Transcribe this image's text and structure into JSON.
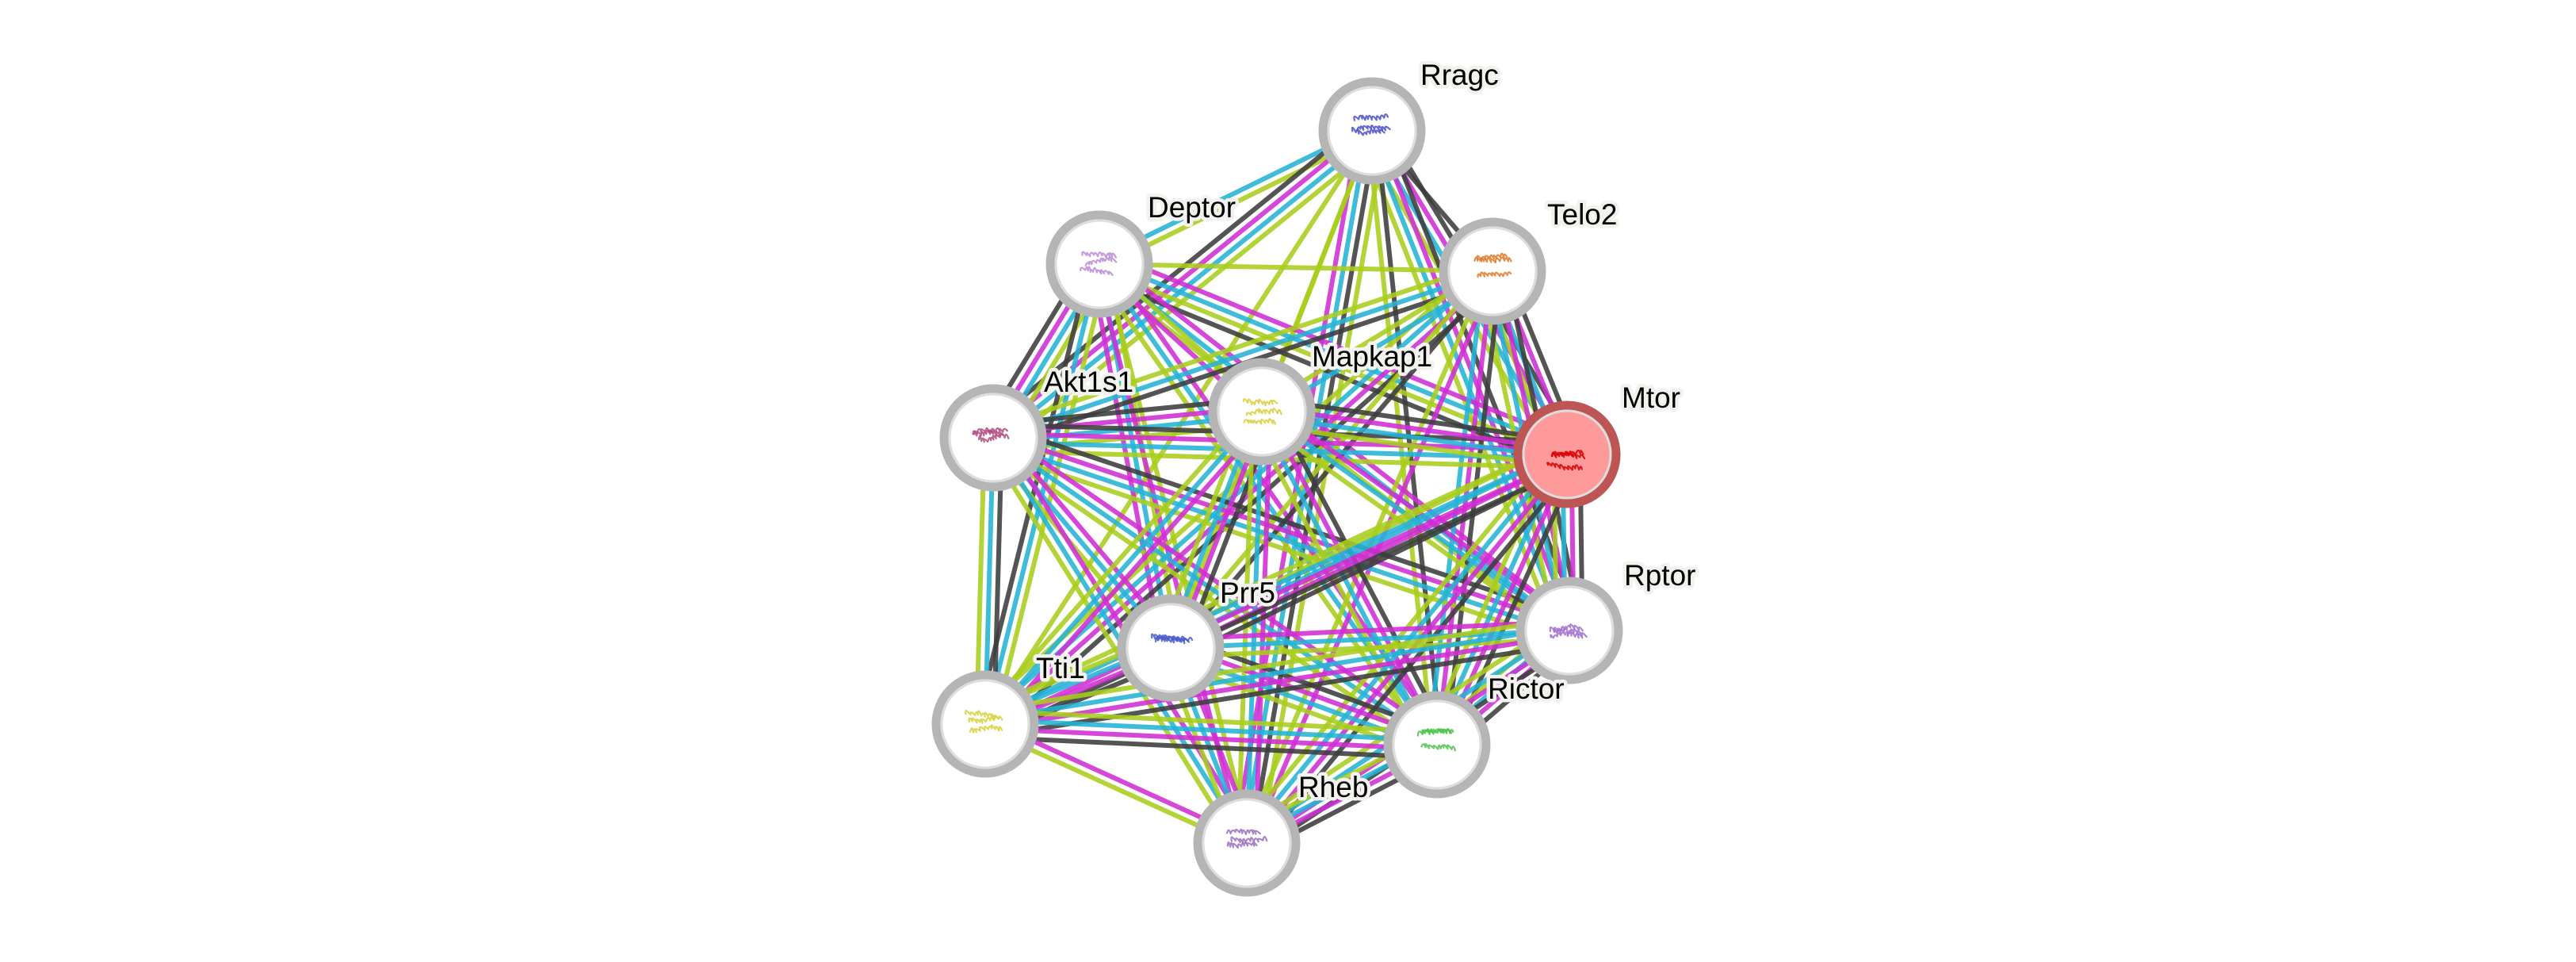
{
  "network": {
    "type": "protein-interaction-network",
    "query_protein": "Mtor",
    "edge_colors": {
      "experimental": "#3c3c3c",
      "database": "#26b3d6",
      "textmining": "#cf2ed3",
      "coexpression": "#a9cd1c"
    },
    "node_style": {
      "ring_color": "#b5b5b5",
      "query_fill": "#ff9a9a",
      "query_ring": "#bd5555",
      "label_halo": "#f3f2ef"
    },
    "nodes": [
      {
        "id": "Rragc",
        "label": "Rragc",
        "structure_color": "#4a4fc9"
      },
      {
        "id": "Deptor",
        "label": "Deptor",
        "structure_color": "#b98ad8"
      },
      {
        "id": "Telo2",
        "label": "Telo2",
        "structure_color": "#e07a2a"
      },
      {
        "id": "Akt1s1",
        "label": "Akt1s1",
        "structure_color": "#b04a80"
      },
      {
        "id": "Mapkap1",
        "label": "Mapkap1",
        "structure_color": "#d9cf3a"
      },
      {
        "id": "Mtor",
        "label": "Mtor",
        "structure_color": "#d40000",
        "query": true
      },
      {
        "id": "Prr5",
        "label": "Prr5",
        "structure_color": "#4b5ccb"
      },
      {
        "id": "Rptor",
        "label": "Rptor",
        "structure_color": "#a070cc"
      },
      {
        "id": "Tti1",
        "label": "Tti1",
        "structure_color": "#d6d236"
      },
      {
        "id": "Rictor",
        "label": "Rictor",
        "structure_color": "#4cc24c"
      },
      {
        "id": "Rheb",
        "label": "Rheb",
        "structure_color": "#9a6fc0"
      }
    ],
    "edges": [
      {
        "source": "Rragc",
        "target": "Deptor",
        "evidence": [
          "coexpression",
          "database"
        ]
      },
      {
        "source": "Rragc",
        "target": "Akt1s1",
        "evidence": [
          "coexpression",
          "database",
          "textmining",
          "experimental"
        ]
      },
      {
        "source": "Rragc",
        "target": "Telo2",
        "evidence": [
          "experimental"
        ]
      },
      {
        "source": "Rragc",
        "target": "Mtor",
        "evidence": [
          "experimental",
          "textmining",
          "database",
          "coexpression"
        ]
      },
      {
        "source": "Rragc",
        "target": "Rptor",
        "evidence": [
          "experimental",
          "textmining",
          "database",
          "coexpression"
        ]
      },
      {
        "source": "Rragc",
        "target": "Rictor",
        "evidence": [
          "experimental",
          "coexpression"
        ]
      },
      {
        "source": "Rragc",
        "target": "Rheb",
        "evidence": [
          "coexpression",
          "experimental",
          "database",
          "textmining"
        ]
      },
      {
        "source": "Rragc",
        "target": "Prr5",
        "evidence": [
          "coexpression"
        ]
      },
      {
        "source": "Rragc",
        "target": "Mapkap1",
        "evidence": [
          "coexpression"
        ]
      },
      {
        "source": "Rragc",
        "target": "Tti1",
        "evidence": [
          "coexpression"
        ]
      },
      {
        "source": "Deptor",
        "target": "Telo2",
        "evidence": [
          "coexpression"
        ]
      },
      {
        "source": "Deptor",
        "target": "Akt1s1",
        "evidence": [
          "coexpression",
          "database",
          "textmining",
          "experimental"
        ]
      },
      {
        "source": "Deptor",
        "target": "Mtor",
        "evidence": [
          "textmining",
          "database",
          "coexpression",
          "experimental"
        ]
      },
      {
        "source": "Deptor",
        "target": "Rptor",
        "evidence": [
          "textmining",
          "database",
          "coexpression"
        ]
      },
      {
        "source": "Deptor",
        "target": "Rictor",
        "evidence": [
          "textmining",
          "database",
          "coexpression"
        ]
      },
      {
        "source": "Deptor",
        "target": "Mapkap1",
        "evidence": [
          "coexpression",
          "textmining"
        ]
      },
      {
        "source": "Deptor",
        "target": "Prr5",
        "evidence": [
          "coexpression",
          "database",
          "textmining"
        ]
      },
      {
        "source": "Deptor",
        "target": "Rheb",
        "evidence": [
          "coexpression",
          "textmining"
        ]
      },
      {
        "source": "Deptor",
        "target": "Tti1",
        "evidence": [
          "coexpression",
          "database",
          "experimental"
        ]
      },
      {
        "source": "Telo2",
        "target": "Akt1s1",
        "evidence": [
          "experimental",
          "database",
          "coexpression"
        ]
      },
      {
        "source": "Telo2",
        "target": "Mtor",
        "evidence": [
          "experimental",
          "textmining",
          "database",
          "coexpression"
        ]
      },
      {
        "source": "Telo2",
        "target": "Rptor",
        "evidence": [
          "experimental",
          "textmining",
          "database",
          "coexpression"
        ]
      },
      {
        "source": "Telo2",
        "target": "Rictor",
        "evidence": [
          "experimental",
          "textmining",
          "database"
        ]
      },
      {
        "source": "Telo2",
        "target": "Tti1",
        "evidence": [
          "experimental",
          "textmining",
          "database",
          "coexpression"
        ]
      },
      {
        "source": "Telo2",
        "target": "Prr5",
        "evidence": [
          "experimental",
          "coexpression"
        ]
      },
      {
        "source": "Telo2",
        "target": "Rheb",
        "evidence": [
          "textmining",
          "coexpression"
        ]
      },
      {
        "source": "Telo2",
        "target": "Mapkap1",
        "evidence": [
          "database",
          "coexpression"
        ]
      },
      {
        "source": "Akt1s1",
        "target": "Mapkap1",
        "evidence": [
          "experimental",
          "textmining",
          "database",
          "coexpression"
        ]
      },
      {
        "source": "Akt1s1",
        "target": "Mtor",
        "evidence": [
          "experimental",
          "textmining",
          "database",
          "coexpression"
        ]
      },
      {
        "source": "Akt1s1",
        "target": "Rptor",
        "evidence": [
          "experimental",
          "textmining",
          "database",
          "coexpression"
        ]
      },
      {
        "source": "Akt1s1",
        "target": "Rictor",
        "evidence": [
          "textmining",
          "database",
          "coexpression"
        ]
      },
      {
        "source": "Akt1s1",
        "target": "Prr5",
        "evidence": [
          "textmining",
          "database",
          "coexpression"
        ]
      },
      {
        "source": "Akt1s1",
        "target": "Rheb",
        "evidence": [
          "textmining",
          "database",
          "coexpression"
        ]
      },
      {
        "source": "Akt1s1",
        "target": "Tti1",
        "evidence": [
          "experimental",
          "database",
          "coexpression"
        ]
      },
      {
        "source": "Mapkap1",
        "target": "Mtor",
        "evidence": [
          "experimental",
          "textmining",
          "database",
          "coexpression"
        ]
      },
      {
        "source": "Mapkap1",
        "target": "Rictor",
        "evidence": [
          "experimental",
          "textmining",
          "database",
          "coexpression"
        ]
      },
      {
        "source": "Mapkap1",
        "target": "Rptor",
        "evidence": [
          "textmining",
          "database",
          "coexpression"
        ]
      },
      {
        "source": "Mapkap1",
        "target": "Prr5",
        "evidence": [
          "experimental",
          "textmining",
          "database",
          "coexpression"
        ]
      },
      {
        "source": "Mapkap1",
        "target": "Rheb",
        "evidence": [
          "textmining",
          "database",
          "coexpression"
        ]
      },
      {
        "source": "Mapkap1",
        "target": "Tti1",
        "evidence": [
          "textmining",
          "database",
          "coexpression"
        ]
      },
      {
        "source": "Mtor",
        "target": "Rptor",
        "evidence": [
          "experimental",
          "textmining",
          "database",
          "coexpression"
        ]
      },
      {
        "source": "Mtor",
        "target": "Rictor",
        "evidence": [
          "experimental",
          "textmining",
          "database",
          "coexpression"
        ]
      },
      {
        "source": "Mtor",
        "target": "Prr5",
        "evidence": [
          "experimental",
          "textmining",
          "database",
          "coexpression"
        ]
      },
      {
        "source": "Mtor",
        "target": "Rheb",
        "evidence": [
          "experimental",
          "textmining",
          "database",
          "coexpression"
        ]
      },
      {
        "source": "Mtor",
        "target": "Tti1",
        "evidence": [
          "experimental",
          "textmining",
          "database",
          "coexpression"
        ]
      },
      {
        "source": "Prr5",
        "target": "Rictor",
        "evidence": [
          "experimental",
          "textmining",
          "database",
          "coexpression"
        ]
      },
      {
        "source": "Prr5",
        "target": "Rptor",
        "evidence": [
          "textmining",
          "database",
          "coexpression"
        ]
      },
      {
        "source": "Prr5",
        "target": "Rheb",
        "evidence": [
          "textmining",
          "database",
          "coexpression"
        ]
      },
      {
        "source": "Prr5",
        "target": "Tti1",
        "evidence": [
          "experimental",
          "textmining",
          "database",
          "coexpression"
        ]
      },
      {
        "source": "Rptor",
        "target": "Rictor",
        "evidence": [
          "experimental",
          "textmining",
          "database",
          "coexpression"
        ]
      },
      {
        "source": "Rptor",
        "target": "Rheb",
        "evidence": [
          "experimental",
          "textmining",
          "database",
          "coexpression"
        ]
      },
      {
        "source": "Rptor",
        "target": "Tti1",
        "evidence": [
          "experimental",
          "textmining",
          "database",
          "coexpression"
        ]
      },
      {
        "source": "Rictor",
        "target": "Rheb",
        "evidence": [
          "experimental",
          "textmining",
          "database",
          "coexpression"
        ]
      },
      {
        "source": "Rictor",
        "target": "Tti1",
        "evidence": [
          "experimental",
          "textmining",
          "database",
          "coexpression"
        ]
      },
      {
        "source": "Tti1",
        "target": "Rheb",
        "evidence": [
          "textmining",
          "coexpression"
        ]
      }
    ]
  }
}
